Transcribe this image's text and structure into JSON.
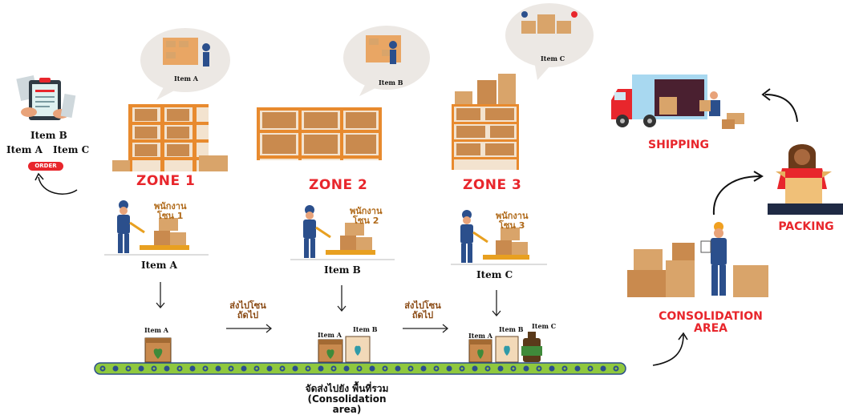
{
  "order": {
    "items_top": "Item B",
    "item_a": "Item A",
    "item_c": "Item C",
    "badge": "ORDER"
  },
  "zones": [
    {
      "title": "ZONE 1",
      "bubble_item": "Item A",
      "staff_label_1": "พนักงาน",
      "staff_label_2": "โซน 1",
      "item": "Item A"
    },
    {
      "title": "ZONE 2",
      "bubble_item": "Item B",
      "staff_label_1": "พนักงาน",
      "staff_label_2": "โซน 2",
      "item": "Item B"
    },
    {
      "title": "ZONE 3",
      "bubble_item": "Item C",
      "staff_label_1": "พนักงาน",
      "staff_label_2": "โซน 3",
      "item": "Item C"
    }
  ],
  "next_zone": {
    "line1": "ส่งไปโซน",
    "line2": "ถัดไป"
  },
  "conveyor": {
    "box1_item_a": "Item A",
    "box2_item_a": "Item A",
    "box2_item_b": "Item B",
    "box3_item_a": "Item A",
    "box3_item_b": "Item B",
    "box3_item_c": "Item C",
    "caption_line1": "จัดส่งไปยัง พื้นที่รวม",
    "caption_line2": "(Consolidation",
    "caption_line3": "area)"
  },
  "stages": {
    "consolidation_1": "CONSOLIDATION",
    "consolidation_2": "AREA",
    "packing": "PACKING",
    "shipping": "SHIPPING"
  },
  "colors": {
    "red": "#e8262c",
    "shelf_orange": "#e88a2e",
    "box_tan": "#d9a46a",
    "conveyor_green": "#8fc83e",
    "worker_blue": "#2b4f8c"
  }
}
